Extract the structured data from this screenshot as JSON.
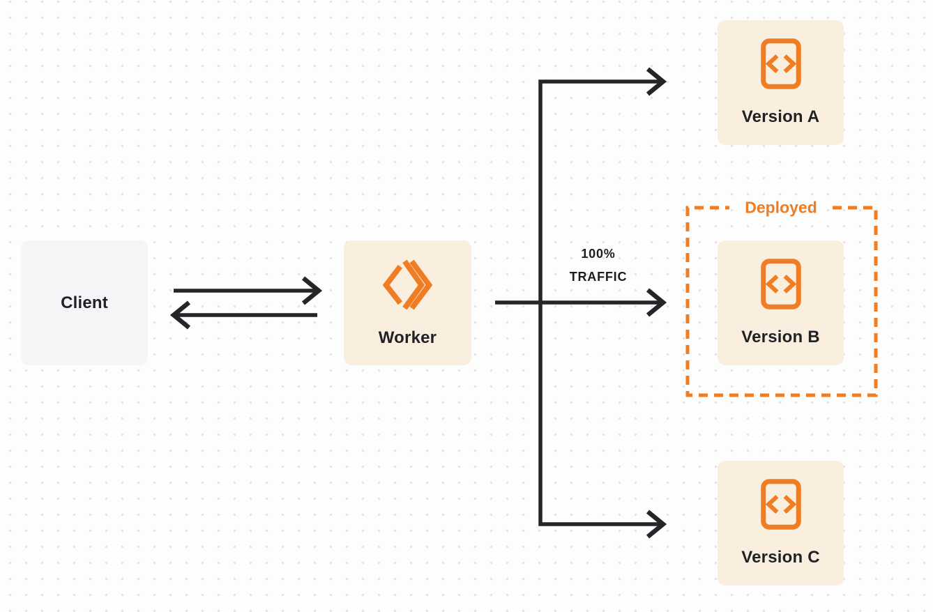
{
  "nodes": {
    "client": {
      "label": "Client"
    },
    "worker": {
      "label": "Worker"
    },
    "version_a": {
      "label": "Version A"
    },
    "version_b": {
      "label": "Version B"
    },
    "version_c": {
      "label": "Version C"
    }
  },
  "annotations": {
    "deployed_label": "Deployed",
    "traffic_line1": "100%",
    "traffic_line2": "TRAFFIC"
  },
  "icons": {
    "worker_icon": "workers-logo-icon",
    "version_icon": "code-file-icon"
  },
  "colors": {
    "accent_orange": "#ee7d23",
    "cream_box": "#faefdf",
    "gray_box": "#f4f5f6",
    "line_dark": "#242528",
    "dot_grid": "#e3e3e3"
  }
}
